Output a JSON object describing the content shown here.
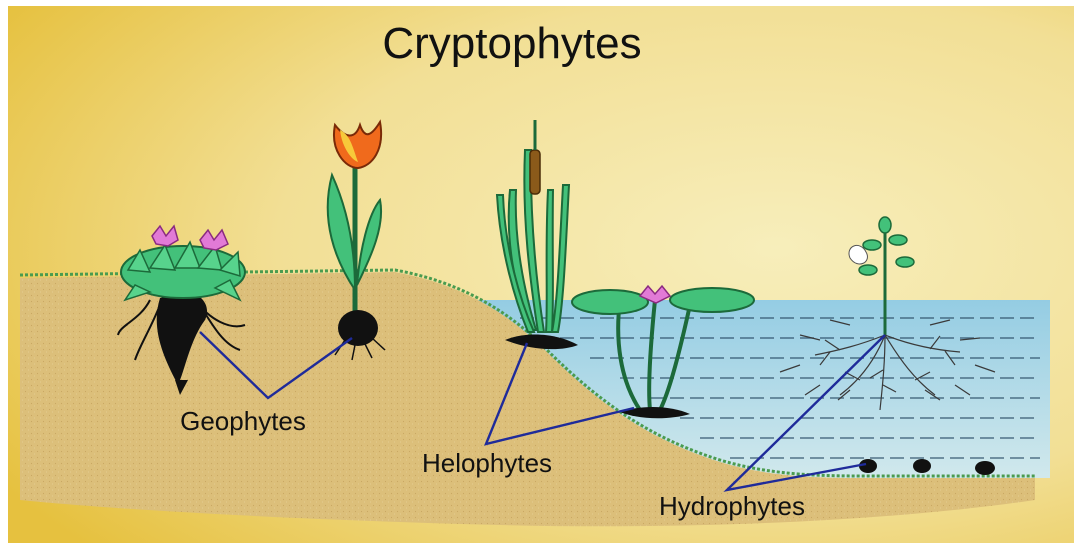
{
  "diagram": {
    "title": "Cryptophytes",
    "labels": {
      "geophytes": "Geophytes",
      "helophytes": "Helophytes",
      "hydrophytes": "Hydrophytes"
    },
    "colors": {
      "background_warm": "#e9c64a",
      "background_light": "#f6ebb0",
      "soil": "#dcbf7a",
      "water": "#9fd2ea",
      "plant_green": "#3fbf74",
      "leader_line": "#1f2b9a",
      "title_text": "#111111"
    }
  }
}
